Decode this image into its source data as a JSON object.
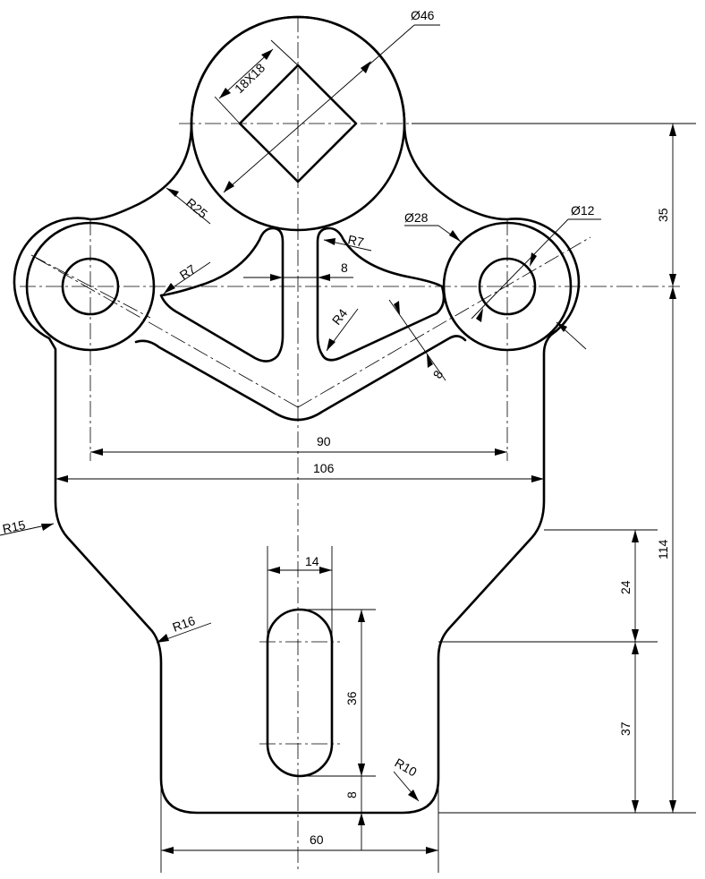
{
  "labels": {
    "dia46": "Ø46",
    "square": "18X18",
    "r25": "R25",
    "dia28": "Ø28",
    "dia12": "Ø12",
    "r7_right": "R7",
    "r7_left": "R7",
    "web8": "8",
    "r4": "R4",
    "arm8": "8",
    "d35": "35",
    "d90": "90",
    "d106": "106",
    "r15": "R15",
    "d14": "14",
    "d114": "114",
    "d24": "24",
    "r16": "R16",
    "d36": "36",
    "d37": "37",
    "r10": "R10",
    "d8_bottom": "8",
    "d60": "60"
  }
}
